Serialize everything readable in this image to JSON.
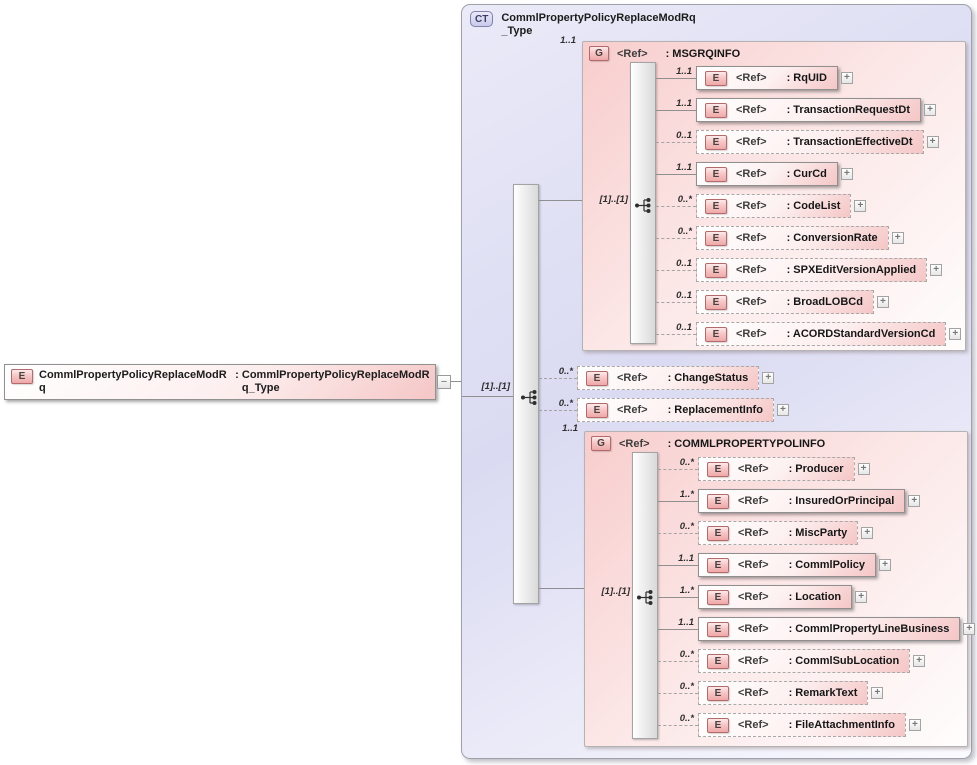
{
  "icons": {
    "expand": "+",
    "collapse": "−",
    "sequence_compositor": "sequence"
  },
  "labels": {
    "ref": "<Ref>",
    "name_sep": ": ",
    "type_sep": " : "
  },
  "colors": {
    "complex_type_fill": "#dadaf2",
    "complex_type_border": "#a0a0aa",
    "group_fill": "#f8cdcd",
    "element_fill": "#f5c6c6",
    "badge_border_red": "#b26a6a",
    "ct_badge_fill": "#c9c9ea",
    "connector_gray": "#8f8f8f"
  },
  "root_element": {
    "badge": "E",
    "name": "CommlPropertyPolicyReplaceModRq",
    "type": "CommlPropertyPolicyReplaceModRq_Type"
  },
  "complex_type": {
    "badge": "CT",
    "name": "CommlPropertyPolicyReplaceModRq_Type",
    "occurrence": "[1]..[1]",
    "children": [
      {
        "kind": "group",
        "badge": "G",
        "ref_label": "<Ref>",
        "name": "MSGRQINFO",
        "cardinality": "1..1",
        "occurrence": "[1]..[1]",
        "elements": [
          {
            "badge": "E",
            "name": "RqUID",
            "cardinality": "1..1",
            "optional": false
          },
          {
            "badge": "E",
            "name": "TransactionRequestDt",
            "cardinality": "1..1",
            "optional": false
          },
          {
            "badge": "E",
            "name": "TransactionEffectiveDt",
            "cardinality": "0..1",
            "optional": true
          },
          {
            "badge": "E",
            "name": "CurCd",
            "cardinality": "1..1",
            "optional": false
          },
          {
            "badge": "E",
            "name": "CodeList",
            "cardinality": "0..*",
            "optional": true
          },
          {
            "badge": "E",
            "name": "ConversionRate",
            "cardinality": "0..*",
            "optional": true
          },
          {
            "badge": "E",
            "name": "SPXEditVersionApplied",
            "cardinality": "0..1",
            "optional": true
          },
          {
            "badge": "E",
            "name": "BroadLOBCd",
            "cardinality": "0..1",
            "optional": true
          },
          {
            "badge": "E",
            "name": "ACORDStandardVersionCd",
            "cardinality": "0..1",
            "optional": true
          }
        ]
      },
      {
        "kind": "element",
        "badge": "E",
        "ref_label": "<Ref>",
        "name": "ChangeStatus",
        "cardinality": "0..*",
        "optional": true
      },
      {
        "kind": "element",
        "badge": "E",
        "ref_label": "<Ref>",
        "name": "ReplacementInfo",
        "cardinality": "0..*",
        "optional": true
      },
      {
        "kind": "group",
        "badge": "G",
        "ref_label": "<Ref>",
        "name": "COMMLPROPERTYPOLINFO",
        "cardinality": "1..1",
        "occurrence": "[1]..[1]",
        "elements": [
          {
            "badge": "E",
            "name": "Producer",
            "cardinality": "0..*",
            "optional": true
          },
          {
            "badge": "E",
            "name": "InsuredOrPrincipal",
            "cardinality": "1..*",
            "optional": false
          },
          {
            "badge": "E",
            "name": "MiscParty",
            "cardinality": "0..*",
            "optional": true
          },
          {
            "badge": "E",
            "name": "CommlPolicy",
            "cardinality": "1..1",
            "optional": false
          },
          {
            "badge": "E",
            "name": "Location",
            "cardinality": "1..*",
            "optional": false
          },
          {
            "badge": "E",
            "name": "CommlPropertyLineBusiness",
            "cardinality": "1..1",
            "optional": false
          },
          {
            "badge": "E",
            "name": "CommlSubLocation",
            "cardinality": "0..*",
            "optional": true
          },
          {
            "badge": "E",
            "name": "RemarkText",
            "cardinality": "0..*",
            "optional": true
          },
          {
            "badge": "E",
            "name": "FileAttachmentInfo",
            "cardinality": "0..*",
            "optional": true
          }
        ]
      }
    ]
  }
}
